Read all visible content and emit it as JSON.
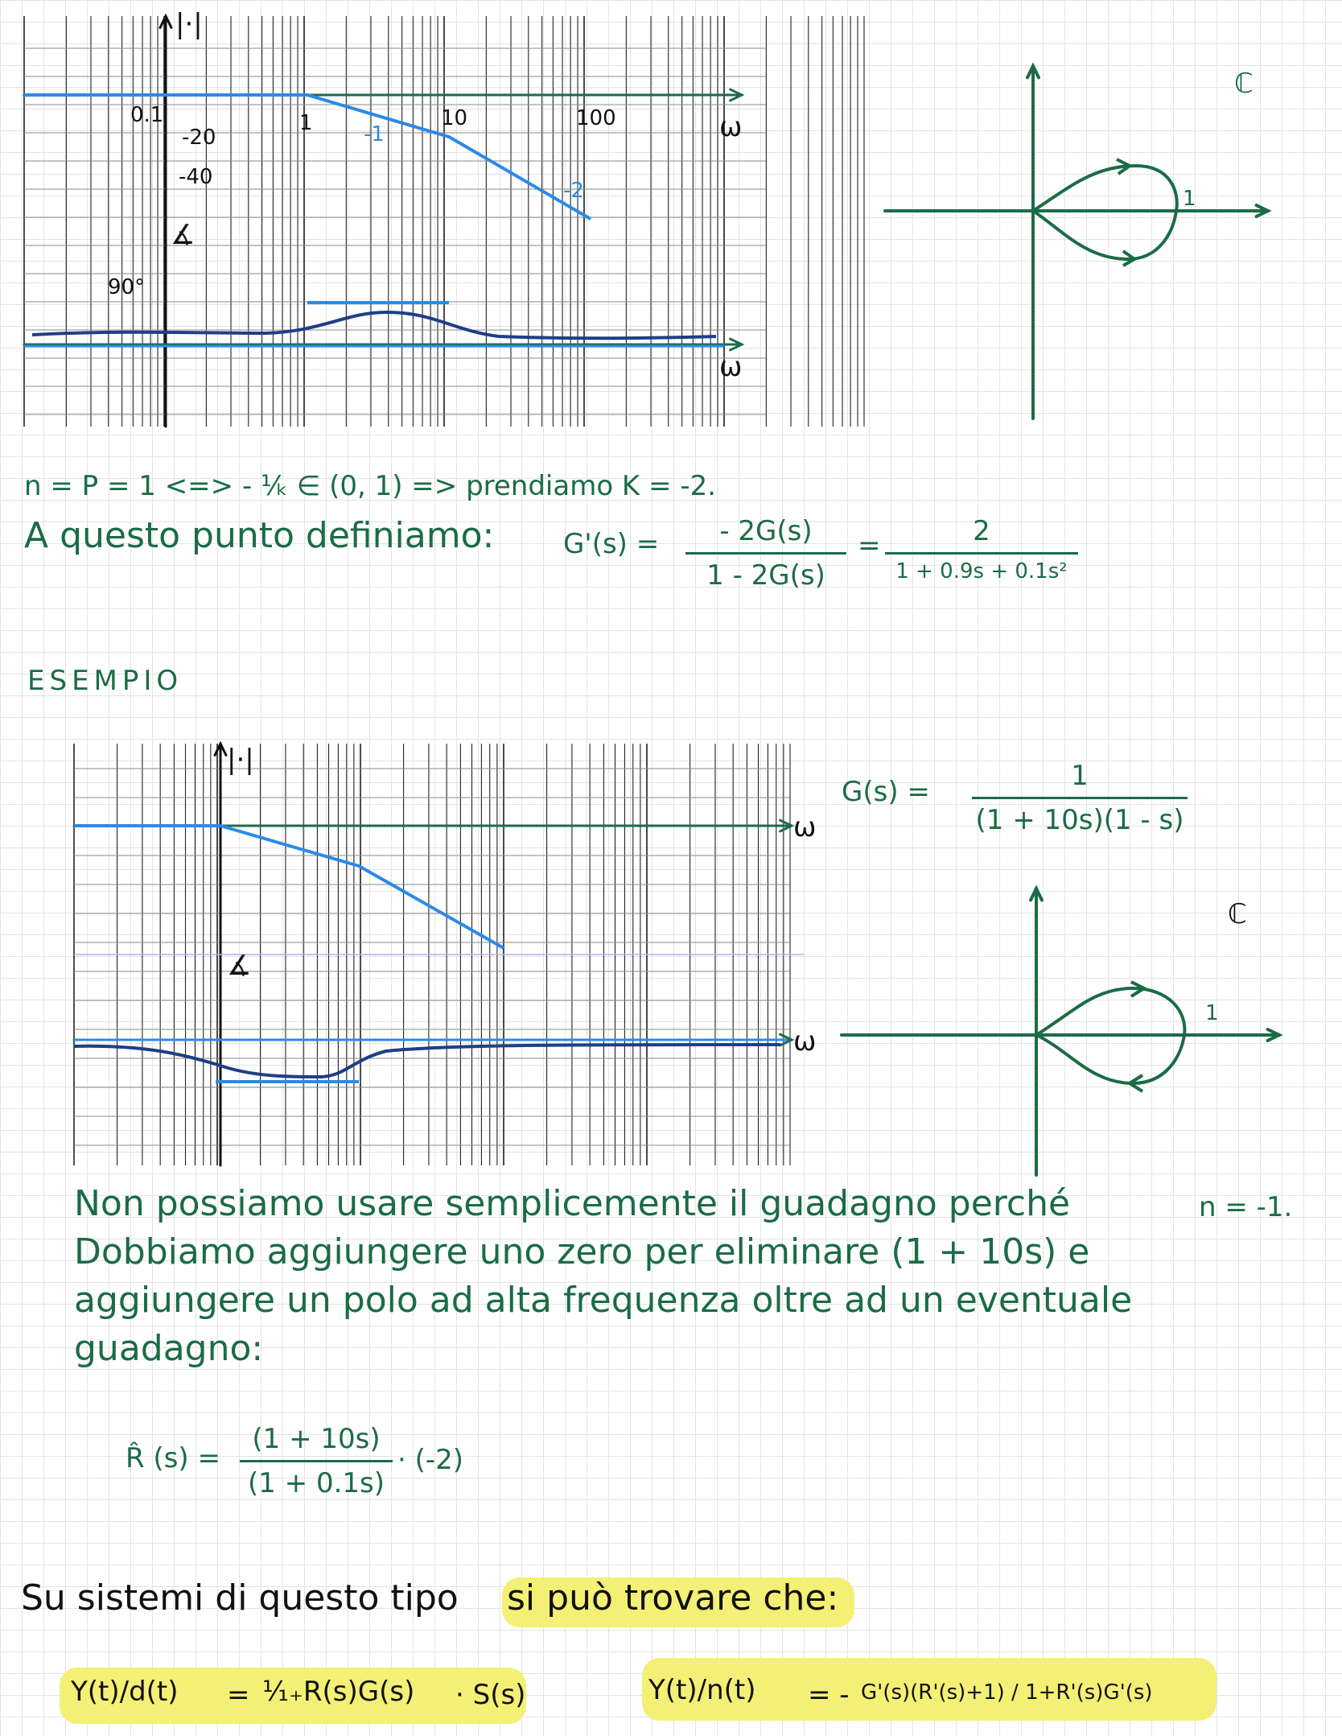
{
  "plot1": {
    "mag_label": "|·|",
    "tick_01": "0.1",
    "tick_1": "1",
    "tick_10": "10",
    "tick_100": "100",
    "omega_mag": "ω",
    "db_m20": "-20",
    "db_m40": "-40",
    "slope_m1": "-1",
    "slope_m2": "-2",
    "phase_label": "∡",
    "phase_90": "90°",
    "omega_phase": "ω"
  },
  "nyquist1": {
    "plane_label": "ℂ",
    "point_label": "1"
  },
  "text1": {
    "line1": "n = P = 1 <=> - ¹⁄ₖ ∈ (0, 1)  => prendiamo K = -2.",
    "line2_prefix": "A questo punto definiamo:",
    "gp_label": "G'(s) =",
    "gp_num": "- 2G(s)",
    "gp_den": "1 - 2G(s)",
    "eq": "=",
    "gp2_num": "2",
    "gp2_den": "1 + 0.9s + 0.1s²"
  },
  "esempio": {
    "title": "ESEMPIO"
  },
  "plot2": {
    "mag_label": "|·|",
    "omega_mag": "ω",
    "phase_label": "∡",
    "omega_phase": "ω"
  },
  "transfer": {
    "lhs": "G(s) =",
    "num": "1",
    "den": "(1 + 10s)(1 - s)"
  },
  "nyquist2": {
    "plane_label": "ℂ",
    "point_label": "1"
  },
  "text2": {
    "line1": "Non possiamo usare semplicemente il guadagno perché",
    "line1_n": "n = -1.",
    "line2": "Dobbiamo aggiungere uno zero per eliminare (1 + 10s) e",
    "line3": "aggiungere un polo ad alta frequenza oltre ad un eventuale",
    "line4": "guadagno:"
  },
  "rhat": {
    "lhs": "R̂ (s) =",
    "num": "(1 + 10s)",
    "den": "(1 + 0.1s)",
    "factor": "· (-2)"
  },
  "text3": {
    "prefix": "Su sistemi di questo tipo",
    "highlight": "si può trovare che:"
  },
  "formulas": {
    "f1_lhs": "Y(t)/d(t)",
    "f1_eq": "=",
    "f1_rhs": "¹⁄₁₊R(s)G(s)",
    "f1_tail": "· S(s)",
    "f2_lhs": "Y(t)/n(t)",
    "f2_eq": "= -",
    "f2_rhs": "G'(s)(R'(s)+1) / 1+R'(s)G'(s)"
  },
  "colors": {
    "ink_green": "#1b6b47",
    "asymptote_blue": "#2c8ae6",
    "curve_navy": "#1d3f86",
    "highlight_yellow": "#f4f075"
  }
}
